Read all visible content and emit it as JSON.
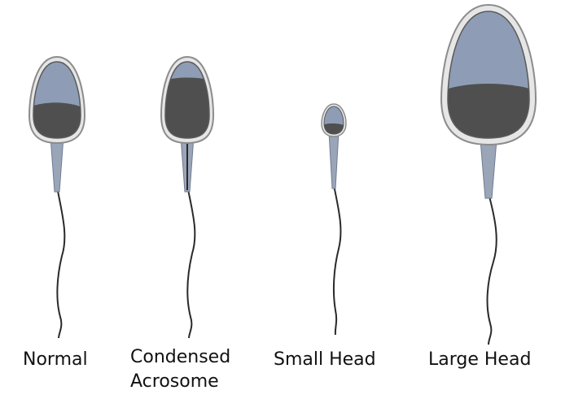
{
  "labels": {
    "normal": "Normal",
    "condensed_line1": "Condensed",
    "condensed_line2": "Acrosome",
    "small_head": "Small Head",
    "large_head": "Large Head"
  },
  "colors": {
    "acrosome": "#8e9db5",
    "nucleus": "#4f4f4f",
    "membrane_outer": "#8c8c8c",
    "membrane_fill": "#e6e6e6",
    "midpiece": "#9aa5b8",
    "tail": "#2a2a2a",
    "background": "#ffffff"
  }
}
